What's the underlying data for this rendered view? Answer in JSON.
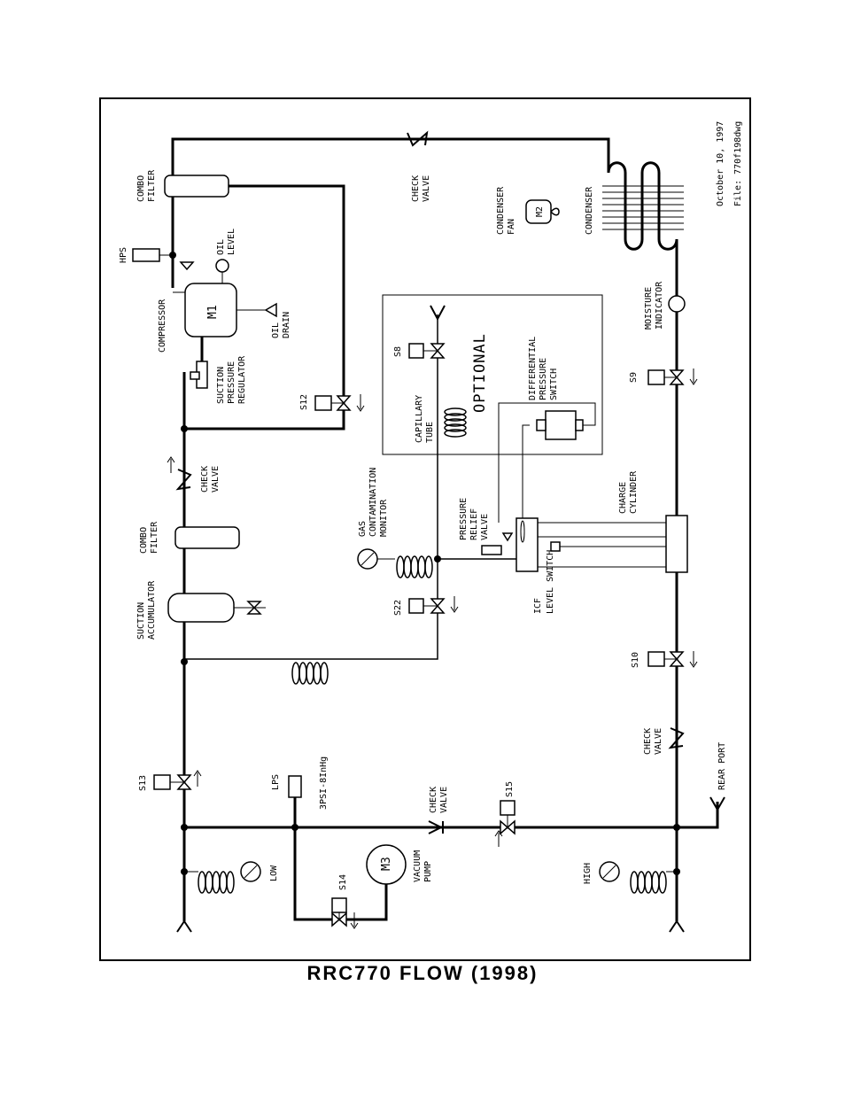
{
  "title": "RRC770 FLOW (1998)",
  "date": "October 10, 1997",
  "file": "File: 770f198dwg",
  "labels": {
    "combo_filter_top": [
      "COMBO",
      "FILTER"
    ],
    "check_valve_top": [
      "CHECK",
      "VALVE"
    ],
    "condenser_fan": [
      "CONDENSER",
      "FAN"
    ],
    "m2": "M2",
    "condenser": "CONDENSER",
    "hps": "HPS",
    "oil_level": [
      "OIL",
      "LEVEL"
    ],
    "m1": "M1",
    "compressor": "COMPRESSOR",
    "oil_drain": [
      "OIL",
      "DRAIN"
    ],
    "suction_pressure_regulator": [
      "SUCTION",
      "PRESSURE",
      "REGULATOR"
    ],
    "s12": "S12",
    "s8": "S8",
    "optional": "OPTIONAL",
    "capillary_tube": [
      "CAPILLARY",
      "TUBE"
    ],
    "differential_pressure_switch": [
      "DIFFERENTIAL",
      "PRESSURE",
      "SWITCH"
    ],
    "moisture_indicator": [
      "MOISTURE",
      "INDICATOR"
    ],
    "s9": "S9",
    "check_valve_left": [
      "CHECK",
      "VALVE"
    ],
    "combo_filter_left": [
      "COMBO",
      "FILTER"
    ],
    "gas_contamination_monitor": [
      "GAS",
      "CONTAMINATION",
      "MONITOR"
    ],
    "pressure_relief_valve": [
      "PRESSURE",
      "RELIEF",
      "VALVE"
    ],
    "charge_cylinder": [
      "CHARGE",
      "CYLINDER"
    ],
    "suction_accumulator": [
      "SUCTION",
      "ACCUMULATOR"
    ],
    "s22": "S22",
    "icf_level_switch": [
      "ICF",
      "LEVEL SWITCH"
    ],
    "s10": "S10",
    "check_valve_right": [
      "CHECK",
      "VALVE"
    ],
    "s13": "S13",
    "lps": "LPS",
    "lps_range": "3PSI-8InHg",
    "check_valve_bottom": [
      "CHECK",
      "VALVE"
    ],
    "s15": "S15",
    "rear_port": [
      "REAR PORT"
    ],
    "s14": "S14",
    "m3": "M3",
    "vacuum_pump": [
      "VACUUM",
      "PUMP"
    ],
    "low": "LOW",
    "high": "HIGH"
  }
}
